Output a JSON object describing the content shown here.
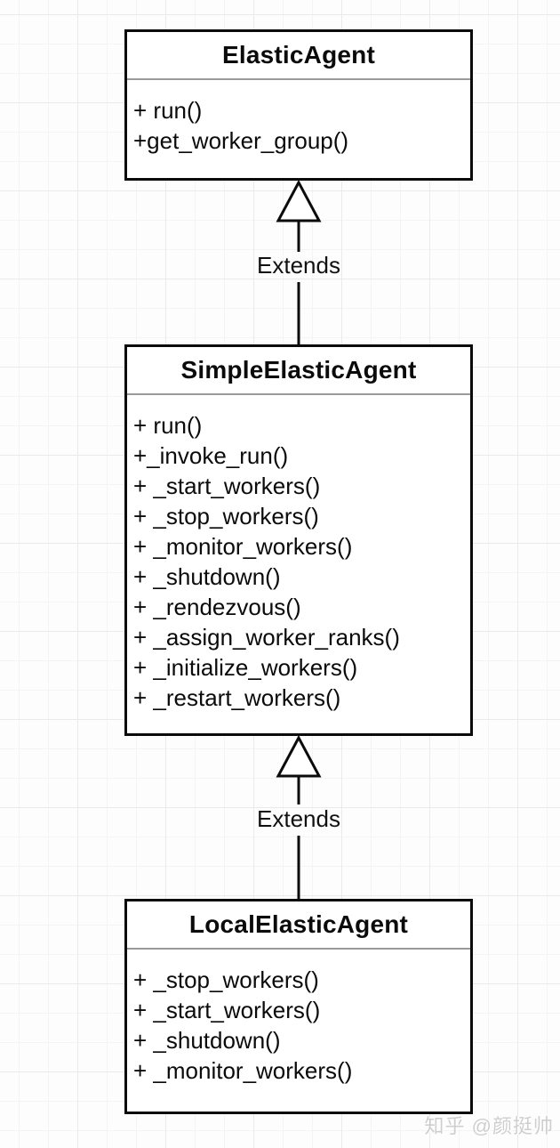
{
  "diagram": {
    "classes": [
      {
        "name": "ElasticAgent",
        "methods": [
          "+ run()",
          "+get_worker_group()"
        ]
      },
      {
        "name": "SimpleElasticAgent",
        "methods": [
          "+ run()",
          "+_invoke_run()",
          "+ _start_workers()",
          "+ _stop_workers()",
          "+ _monitor_workers()",
          "+ _shutdown()",
          "+ _rendezvous()",
          "+ _assign_worker_ranks()",
          "+ _initialize_workers()",
          "+ _restart_workers()"
        ]
      },
      {
        "name": "LocalElasticAgent",
        "methods": [
          "+ _stop_workers()",
          "+ _start_workers()",
          "+ _shutdown()",
          "+ _monitor_workers()"
        ]
      }
    ],
    "relations": [
      {
        "from": "SimpleElasticAgent",
        "to": "ElasticAgent",
        "label": "Extends"
      },
      {
        "from": "LocalElasticAgent",
        "to": "SimpleElasticAgent",
        "label": "Extends"
      }
    ]
  },
  "watermark": {
    "text": "知乎 @颜挺帅"
  },
  "colors": {
    "box_border": "#0b0b0b",
    "box_fill": "#ffffff",
    "divider": "#9a9a9a",
    "text": "#0b0b0b",
    "background": "#fdfdfd",
    "grid_major": "#eaeaea",
    "grid_minor": "#f4f4f4",
    "watermark": "#b2b2b2"
  }
}
